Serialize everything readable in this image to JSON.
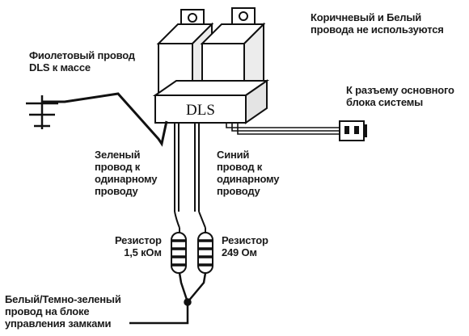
{
  "module": {
    "label": "DLS"
  },
  "notes": {
    "unused_wires": [
      "Коричневый и Белый",
      "провода не используются"
    ],
    "violet_wire": [
      "Фиолетовый провод",
      "DLS к массе"
    ],
    "main_unit": [
      "К разъему основного",
      "блока системы"
    ],
    "green_wire": [
      "Зеленый",
      "провод к",
      "одинарному",
      "проводу"
    ],
    "blue_wire": [
      "Синий",
      "провод к",
      "одинарному",
      "проводу"
    ],
    "resistor_left": [
      "Резистор",
      "1,5 кОм"
    ],
    "resistor_right": [
      "Резистор",
      "249 Ом"
    ],
    "lock_wire": [
      "Белый/Темно-зеленый",
      "провод на блоке",
      "управления замками"
    ]
  }
}
